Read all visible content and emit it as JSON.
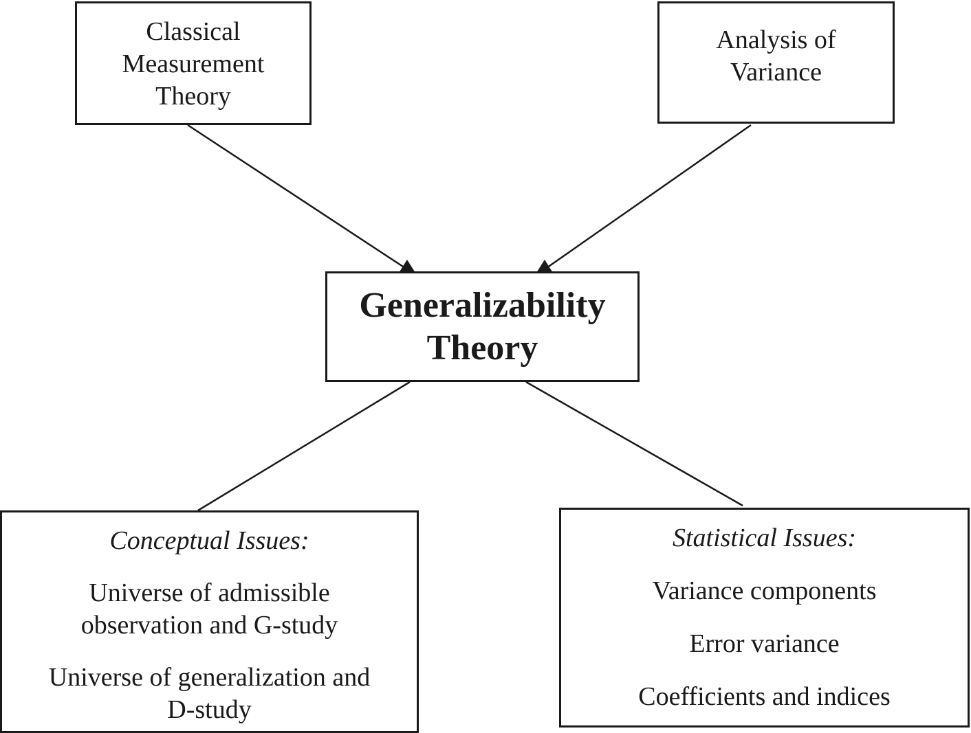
{
  "nodes": {
    "classical": {
      "lines": [
        "Classical",
        "Measurement",
        "Theory"
      ]
    },
    "anova": {
      "lines": [
        "Analysis of",
        "Variance"
      ]
    },
    "gtheory": {
      "lines": [
        "Generalizability",
        "Theory"
      ]
    },
    "conceptual": {
      "heading": "Conceptual Issues:",
      "item1_lines": [
        "Universe of admissible",
        "observation and G-study"
      ],
      "item2_lines": [
        "Universe of generalization and",
        "D-study"
      ]
    },
    "statistical": {
      "heading": "Statistical Issues:",
      "items": [
        "Variance components",
        "Error variance",
        "Coefficients and indices"
      ]
    }
  },
  "colors": {
    "stroke": "#1a1a1a",
    "background": "#ffffff"
  }
}
